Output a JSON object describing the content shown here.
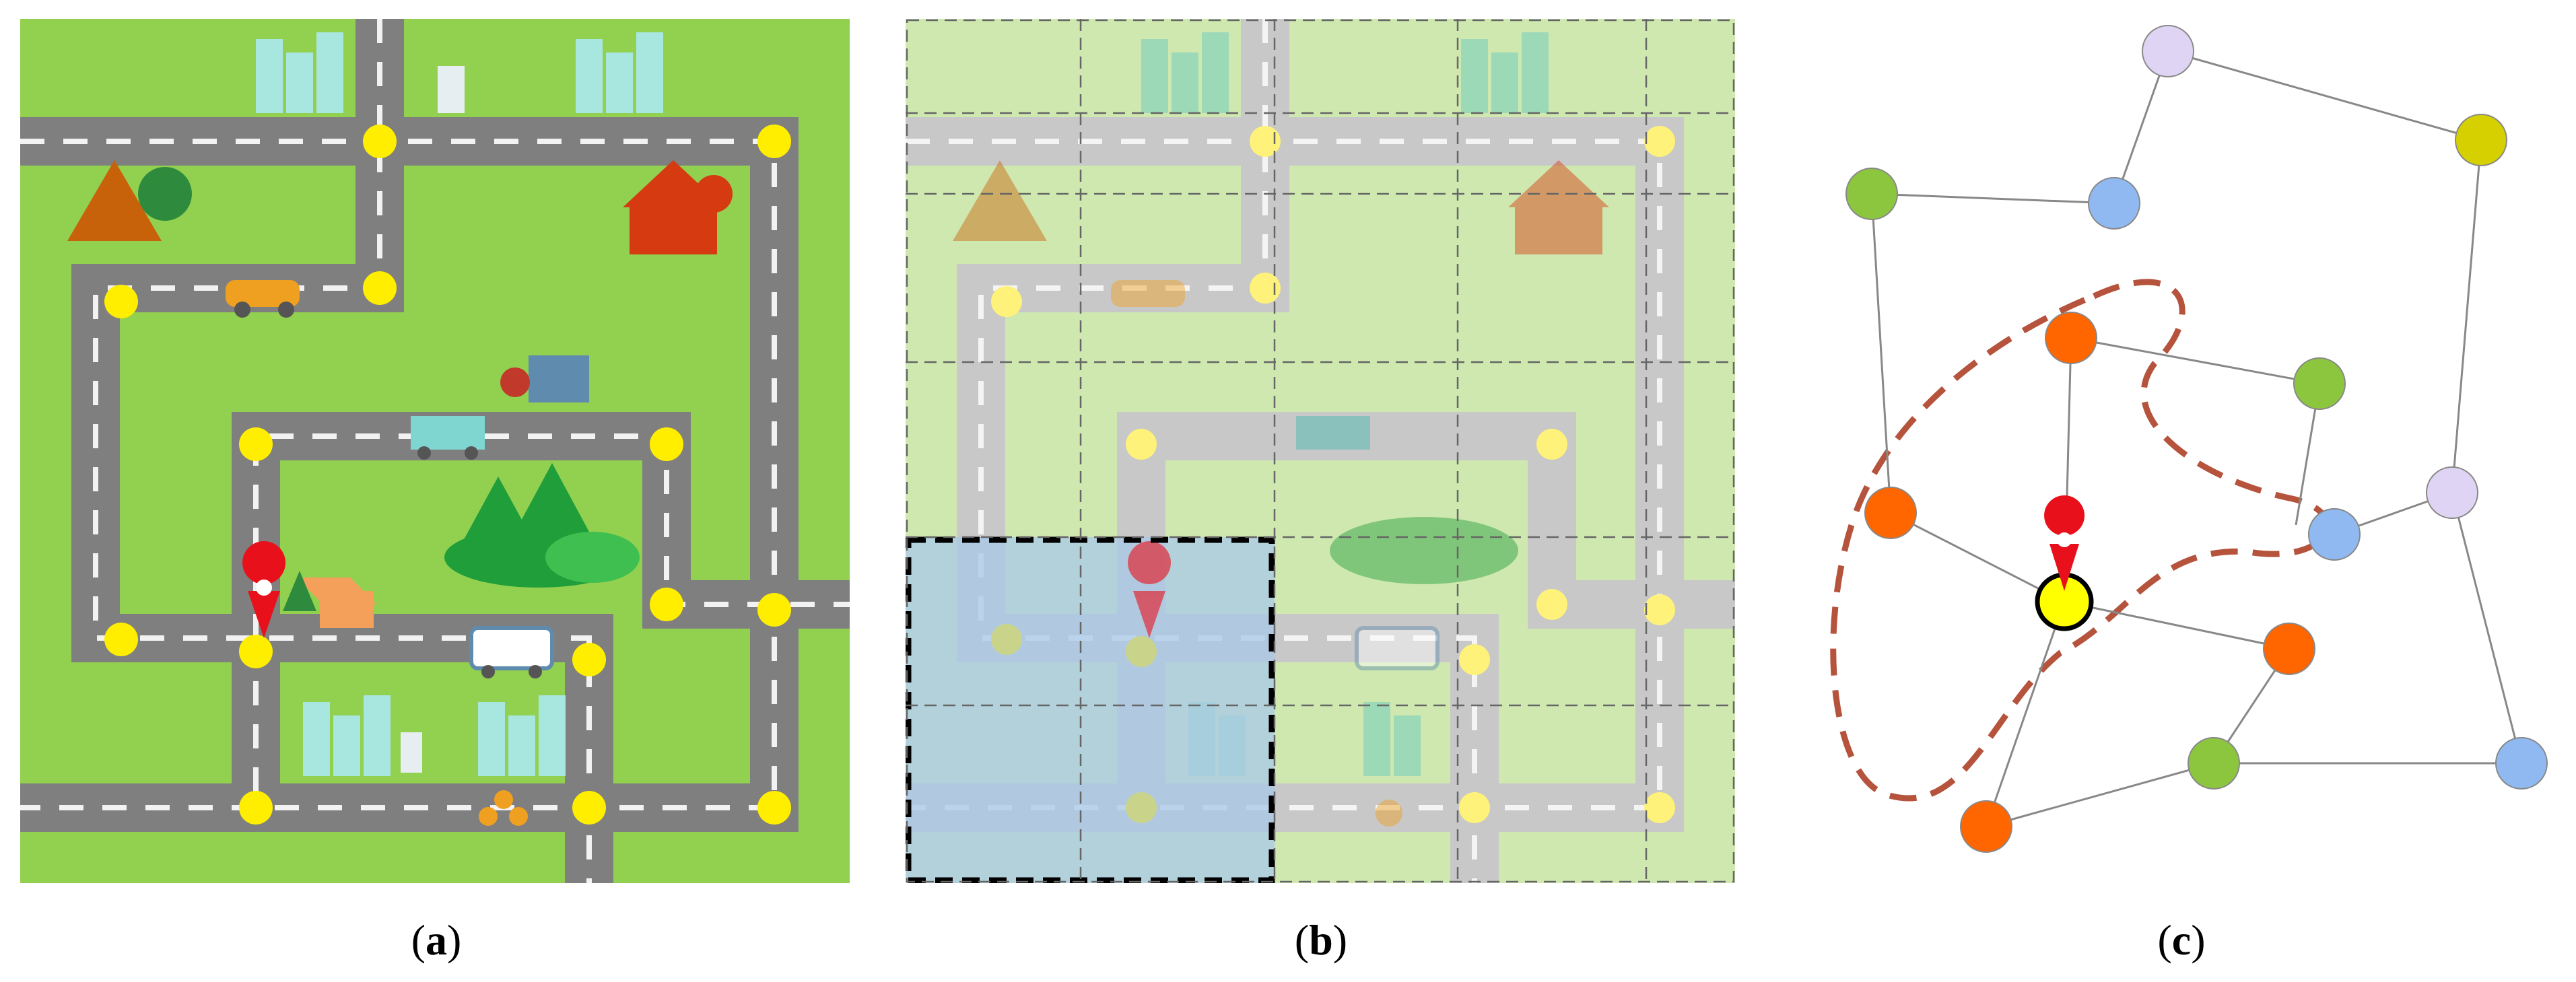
{
  "figure": {
    "panels": [
      {
        "id": "a",
        "caption_open": "(",
        "caption_letter": "a",
        "caption_close": ")"
      },
      {
        "id": "b",
        "caption_open": "(",
        "caption_letter": "b",
        "caption_close": ")"
      },
      {
        "id": "c",
        "caption_open": "(",
        "caption_letter": "c",
        "caption_close": ")"
      }
    ]
  },
  "colors": {
    "grass": "#92d050",
    "road": "#7f7f7f",
    "road_dash": "#f2f2f2",
    "junction": "#ffee00",
    "pin": "#e8101a",
    "node_green": "#8cc63f",
    "node_blue": "#8fb9f0",
    "node_orange": "#ff6600",
    "node_lavender": "#e0d4f5",
    "node_olive": "#d6d000",
    "node_yellow": "#ffff00",
    "region_outline": "#b5533c",
    "cell_highlight": "#a9c9e8"
  },
  "icons": [
    "building-icon",
    "mountain-icon",
    "tree-icon",
    "house-icon",
    "car-icon",
    "truck-icon",
    "bus-icon",
    "bicycle-icon",
    "map-pin-icon",
    "shop-icon",
    "forest-icon"
  ]
}
